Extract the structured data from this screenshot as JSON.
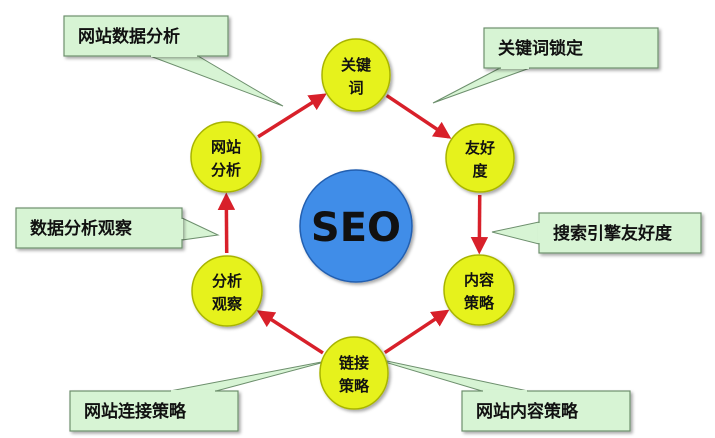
{
  "center": {
    "label": "SEO"
  },
  "colors": {
    "node_fill": "#e6f21f",
    "node_stroke": "#a8b400",
    "center_fill": "#3f8de8",
    "center_stroke": "#245fb0",
    "arrow": "#d8202a",
    "callout_fill": "#d7f4d4",
    "callout_stroke": "#6d8f6d"
  },
  "nodes": [
    {
      "id": "keyword",
      "lines": [
        "关键",
        "词"
      ]
    },
    {
      "id": "friendliness",
      "lines": [
        "友好",
        "度"
      ]
    },
    {
      "id": "content",
      "lines": [
        "内容",
        "策略"
      ]
    },
    {
      "id": "link",
      "lines": [
        "链接",
        "策略"
      ]
    },
    {
      "id": "observe",
      "lines": [
        "分析",
        "观察"
      ]
    },
    {
      "id": "site",
      "lines": [
        "网站",
        "分析"
      ]
    }
  ],
  "callouts": [
    {
      "id": "site-data-analysis",
      "text": "网站数据分析"
    },
    {
      "id": "keyword-lock",
      "text": "关键词锁定"
    },
    {
      "id": "engine-friendliness",
      "text": "搜索引擎友好度"
    },
    {
      "id": "data-observe",
      "text": "数据分析观察"
    },
    {
      "id": "link-strategy",
      "text": "网站连接策略"
    },
    {
      "id": "content-strategy",
      "text": "网站内容策略"
    }
  ]
}
